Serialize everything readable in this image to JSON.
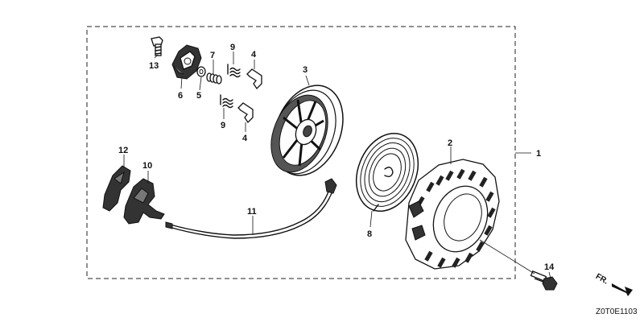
{
  "diagram": {
    "callouts": {
      "c1": "1",
      "c2": "2",
      "c3": "3",
      "c4a": "4",
      "c4b": "4",
      "c5": "5",
      "c6": "6",
      "c7": "7",
      "c8": "8",
      "c9a": "9",
      "c9b": "9",
      "c10": "10",
      "c11": "11",
      "c12": "12",
      "c13": "13",
      "c14": "14"
    },
    "figure_code": "Z0T0E1103",
    "front_marker": "FR."
  }
}
